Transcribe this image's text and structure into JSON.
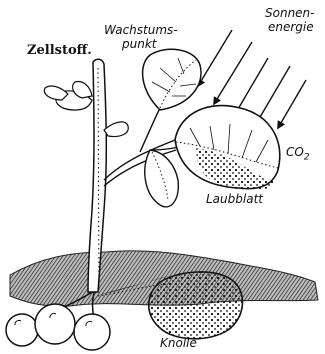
{
  "labels": {
    "zellstoff": "Zellstoff.",
    "wachstums_line1": "Wachstums-",
    "wachstums_line2": "punkt",
    "sonnen_line1": "Sonnen-",
    "sonnen_line2": "energie",
    "co2": "CO",
    "co2_sub": "2",
    "laubblatt": "Laubblatt",
    "knolle": "Knolle"
  },
  "icons": {
    "sunlight": "arrow-icon",
    "leaf": "leaf-icon",
    "tuber": "tuber-icon",
    "roots": "root-icon"
  },
  "colors": {
    "ink": "#111111",
    "soil": "#3a3a3a",
    "paper": "#ffffff"
  }
}
